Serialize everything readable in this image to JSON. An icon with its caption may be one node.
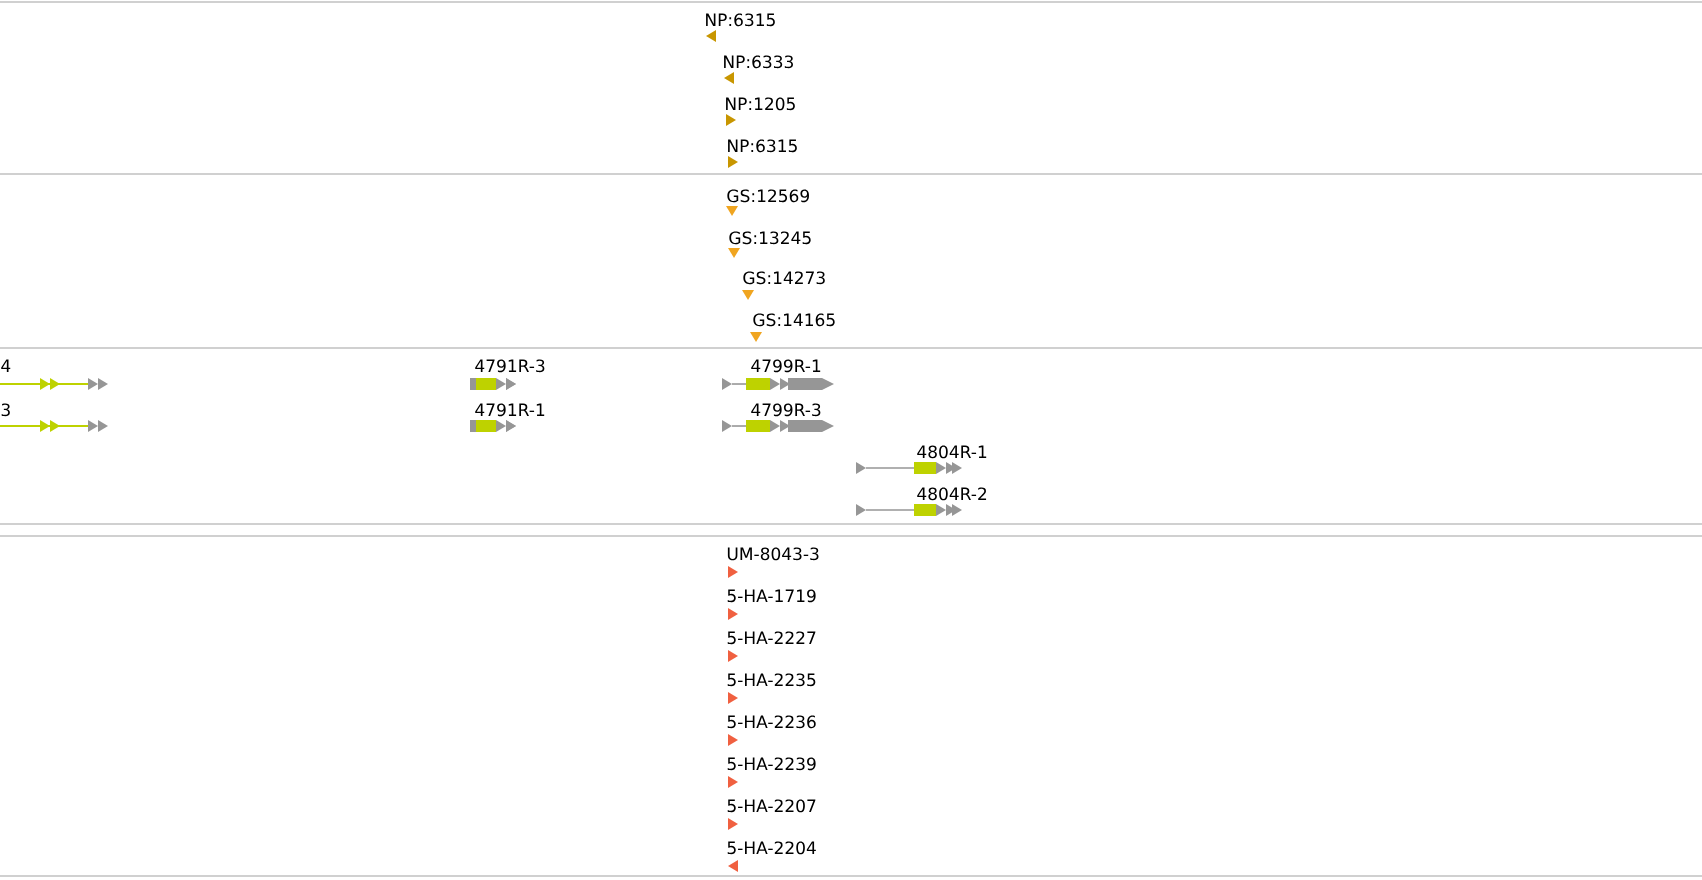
{
  "diagram": {
    "labels": [
      "NP:6315",
      "NP:6333",
      "NP:1205",
      "NP:6315",
      "GS:12569",
      "GS:13245",
      "GS:14273",
      "GS:14165",
      "4",
      "4791R-3",
      "4799R-1",
      "3",
      "4791R-1",
      "4799R-3",
      "4804R-1",
      "4804R-2",
      "UM-8043-3",
      "5-HA-1719",
      "5-HA-2227",
      "5-HA-2235",
      "5-HA-2236",
      "5-HA-2239",
      "5-HA-2207",
      "5-HA-2204"
    ]
  }
}
